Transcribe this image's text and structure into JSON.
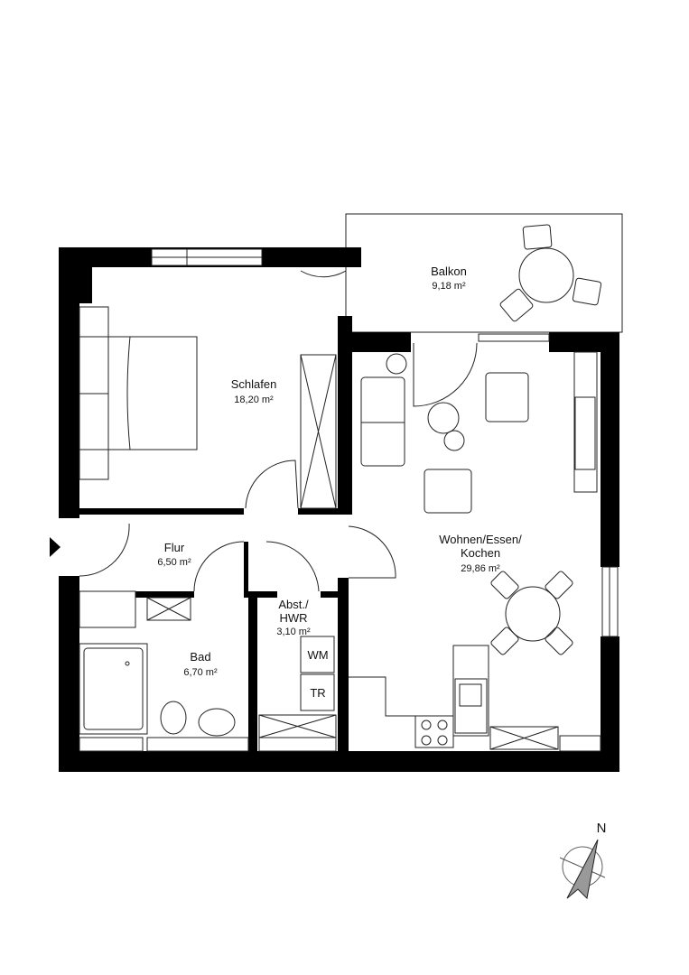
{
  "rooms": {
    "balkon": {
      "name": "Balkon",
      "area": "9,18 m²"
    },
    "schlafen": {
      "name": "Schlafen",
      "area": "18,20 m²"
    },
    "wohnen": {
      "name_line1": "Wohnen/Essen/",
      "name_line2": "Kochen",
      "area": "29,86 m²"
    },
    "flur": {
      "name": "Flur",
      "area": "6,50 m²"
    },
    "bad": {
      "name": "Bad",
      "area": "6,70 m²"
    },
    "abst": {
      "name_line1": "Abst./",
      "name_line2": "HWR",
      "area": "3,10 m²"
    }
  },
  "appliances": {
    "washer": "WM",
    "dryer": "TR"
  },
  "compass": {
    "north_label": "N"
  },
  "icons": {
    "entrance": "entrance-arrow-icon",
    "compass": "compass-icon"
  }
}
